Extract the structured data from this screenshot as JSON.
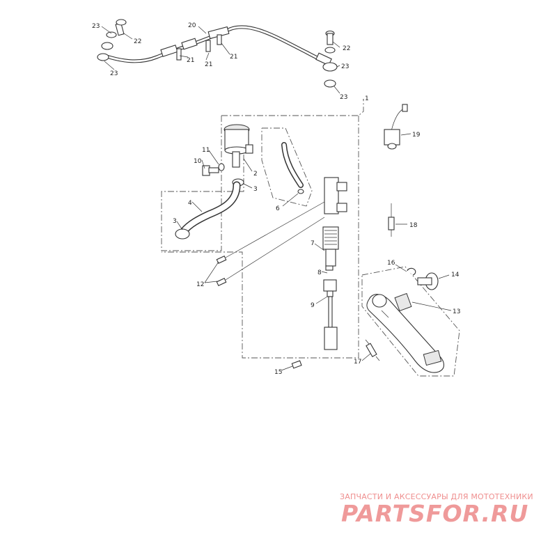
{
  "diagram": {
    "callouts": [
      "23",
      "22",
      "20",
      "21",
      "21",
      "21",
      "22",
      "23",
      "23",
      "23",
      "1",
      "19",
      "11",
      "10",
      "2",
      "3",
      "4",
      "3",
      "6",
      "18",
      "7",
      "8",
      "12",
      "16",
      "14",
      "9",
      "13",
      "17",
      "15"
    ]
  },
  "watermark": {
    "tagline": "ЗАПЧАСТИ И АКСЕССУАРЫ ДЛЯ МОТОТЕХНИКИ",
    "logo": "PARTSFOR.RU"
  }
}
